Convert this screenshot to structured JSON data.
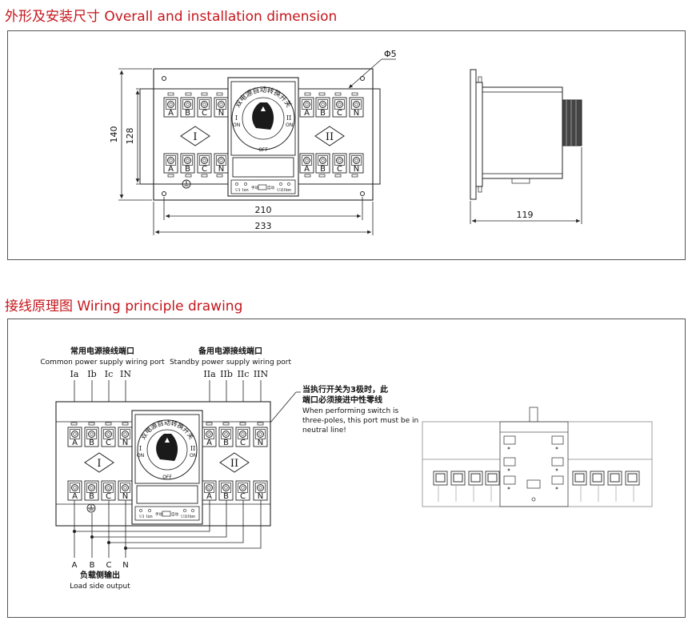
{
  "section1": {
    "title": "外形及安装尺寸 Overall and installation dimension"
  },
  "section2": {
    "title": "接线原理图 Wiring principle drawing"
  },
  "dims": {
    "height_outer": "140",
    "height_inner": "128",
    "width_inner": "210",
    "width_outer": "233",
    "depth": "119",
    "hole": "Φ5"
  },
  "device": {
    "knob_text": "双电源自动转换开关",
    "pos_1": "I",
    "pos_2": "II",
    "on": "ON",
    "off": "OFF",
    "side_1": "I",
    "side_2": "II",
    "terminals": [
      "A",
      "B",
      "C",
      "N"
    ],
    "ind_ui": "UI",
    "ind_ion": "Ion",
    "ind_manual": "手动",
    "ind_auto": "自动",
    "ind_uii": "UII",
    "ind_iion": "IIon"
  },
  "wiring": {
    "common_cn": "常用电源接线端口",
    "common_en": "Common power supply wiring port",
    "standby_cn": "备用电源接线端口",
    "standby_en": "Standby power supply wiring port",
    "common_labels": [
      "Ia",
      "Ib",
      "Ic",
      "IN"
    ],
    "standby_labels": [
      "IIa",
      "IIb",
      "IIc",
      "IIN"
    ],
    "note_cn_1": "当执行开关为3极时，此",
    "note_cn_2": "端口必须接进中性零线",
    "note_en_1": "When performing switch is",
    "note_en_2": "three-poles, this port must be in",
    "note_en_3": "neutral line!",
    "load_labels": [
      "A",
      "B",
      "C",
      "N"
    ],
    "load_cn": "负载侧输出",
    "load_en": "Load side output"
  }
}
